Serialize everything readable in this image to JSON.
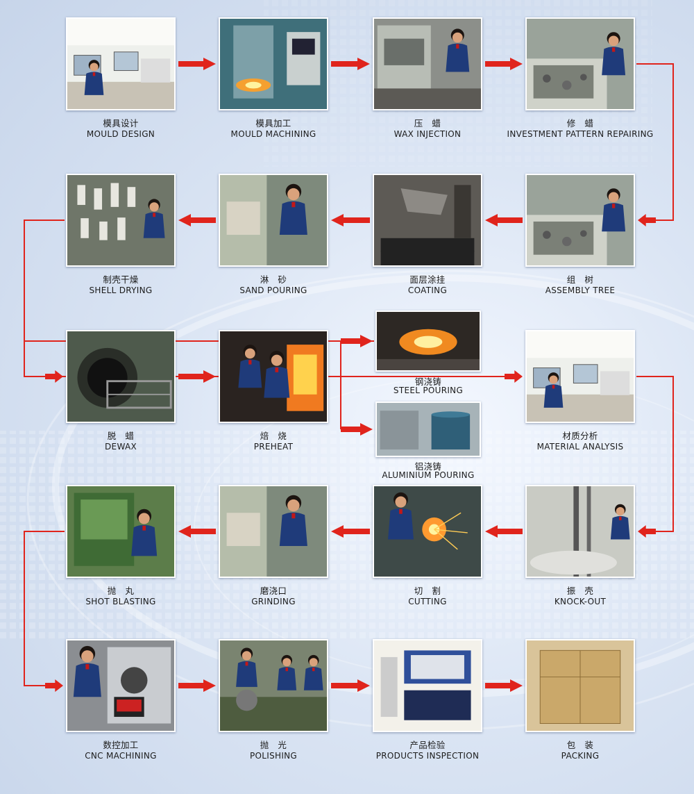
{
  "steps": [
    {
      "id": "mould-design",
      "cn": "模具设计",
      "en": "MOULD DESIGN",
      "theme": "office"
    },
    {
      "id": "mould-machining",
      "cn": "模具加工",
      "en": "MOULD MACHINING",
      "theme": "machine"
    },
    {
      "id": "wax-injection",
      "cn": "压　蜡",
      "en": "WAX INJECTION",
      "theme": "press"
    },
    {
      "id": "investment-pattern-repairing",
      "cn": "修　蜡",
      "en": "INVESTMENT PATTERN REPAIRING",
      "theme": "bench"
    },
    {
      "id": "assembly-tree",
      "cn": "组　树",
      "en": "ASSEMBLY TREE",
      "theme": "bench"
    },
    {
      "id": "coating",
      "cn": "面层涂挂",
      "en": "COATING",
      "theme": "coating"
    },
    {
      "id": "sand-pouring",
      "cn": "淋　砂",
      "en": "SAND POURING",
      "theme": "worker"
    },
    {
      "id": "shell-drying",
      "cn": "制壳干燥",
      "en": "SHELL DRYING",
      "theme": "shells"
    },
    {
      "id": "dewax",
      "cn": "脱　蜡",
      "en": "DEWAX",
      "theme": "dewax"
    },
    {
      "id": "preheat",
      "cn": "焙　烧",
      "en": "PREHEAT",
      "theme": "furnace"
    },
    {
      "id": "steel-pouring",
      "cn": "钢浇铸",
      "en": "STEEL POURING",
      "theme": "molten"
    },
    {
      "id": "aluminium-pouring",
      "cn": "铝浇铸",
      "en": "ALUMINIUM POURING",
      "theme": "tank"
    },
    {
      "id": "material-analysis",
      "cn": "材质分析",
      "en": "MATERIAL ANALYSIS",
      "theme": "office"
    },
    {
      "id": "knock-out",
      "cn": "振　壳",
      "en": "KNOCK-OUT",
      "theme": "knock"
    },
    {
      "id": "cutting",
      "cn": "切　割",
      "en": "CUTTING",
      "theme": "sparks"
    },
    {
      "id": "grinding",
      "cn": "磨浇口",
      "en": "GRINDING",
      "theme": "worker"
    },
    {
      "id": "shot-blasting",
      "cn": "抛　丸",
      "en": "SHOT BLASTING",
      "theme": "green"
    },
    {
      "id": "cnc-machining",
      "cn": "数控加工",
      "en": "CNC MACHINING",
      "theme": "cnc"
    },
    {
      "id": "polishing",
      "cn": "抛　光",
      "en": "POLISHING",
      "theme": "polish"
    },
    {
      "id": "products-inspection",
      "cn": "产品检验",
      "en": "PRODUCTS INSPECTION",
      "theme": "tools"
    },
    {
      "id": "packing",
      "cn": "包　装",
      "en": "PACKING",
      "theme": "boxes"
    }
  ],
  "flow": [
    [
      "mould-design",
      "mould-machining"
    ],
    [
      "mould-machining",
      "wax-injection"
    ],
    [
      "wax-injection",
      "investment-pattern-repairing"
    ],
    [
      "investment-pattern-repairing",
      "assembly-tree"
    ],
    [
      "assembly-tree",
      "coating"
    ],
    [
      "coating",
      "sand-pouring"
    ],
    [
      "sand-pouring",
      "shell-drying"
    ],
    [
      "shell-drying",
      "dewax"
    ],
    [
      "dewax",
      "preheat"
    ],
    [
      "preheat",
      "steel-pouring"
    ],
    [
      "preheat",
      "aluminium-pouring"
    ],
    [
      "steel-pouring",
      "material-analysis"
    ],
    [
      "material-analysis",
      "knock-out"
    ],
    [
      "knock-out",
      "cutting"
    ],
    [
      "cutting",
      "grinding"
    ],
    [
      "grinding",
      "shot-blasting"
    ],
    [
      "shot-blasting",
      "cnc-machining"
    ],
    [
      "cnc-machining",
      "polishing"
    ],
    [
      "polishing",
      "products-inspection"
    ],
    [
      "products-inspection",
      "packing"
    ]
  ],
  "colors": {
    "arrow": "#e0241c",
    "uniform": "#1f3b7a",
    "label": "#1b1b1b"
  }
}
